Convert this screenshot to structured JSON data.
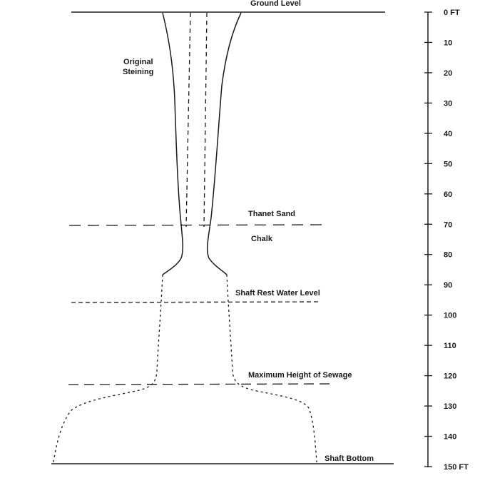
{
  "labels": {
    "ground_level": "Ground Level",
    "original_steining_line1": "Original",
    "original_steining_line2": "Steining",
    "thanet_sand": "Thanet Sand",
    "chalk": "Chalk",
    "shaft_rest_water_level": "Shaft Rest Water Level",
    "maximum_height_of_sewage": "Maximum Height of Sewage",
    "shaft_bottom": "Shaft Bottom"
  },
  "depth_scale": {
    "unit": "FT",
    "ticks": [
      "0 FT",
      "10",
      "20",
      "30",
      "40",
      "50",
      "60",
      "70",
      "80",
      "90",
      "100",
      "110",
      "120",
      "130",
      "140",
      "150 FT"
    ]
  },
  "levels_ft": {
    "thanet_sand_chalk_boundary": 71,
    "shaft_rest_water_level": 96,
    "maximum_height_of_sewage": 123,
    "shaft_bottom": 150
  },
  "colors": {
    "ink": "#1a1a1a",
    "background": "#ffffff"
  }
}
